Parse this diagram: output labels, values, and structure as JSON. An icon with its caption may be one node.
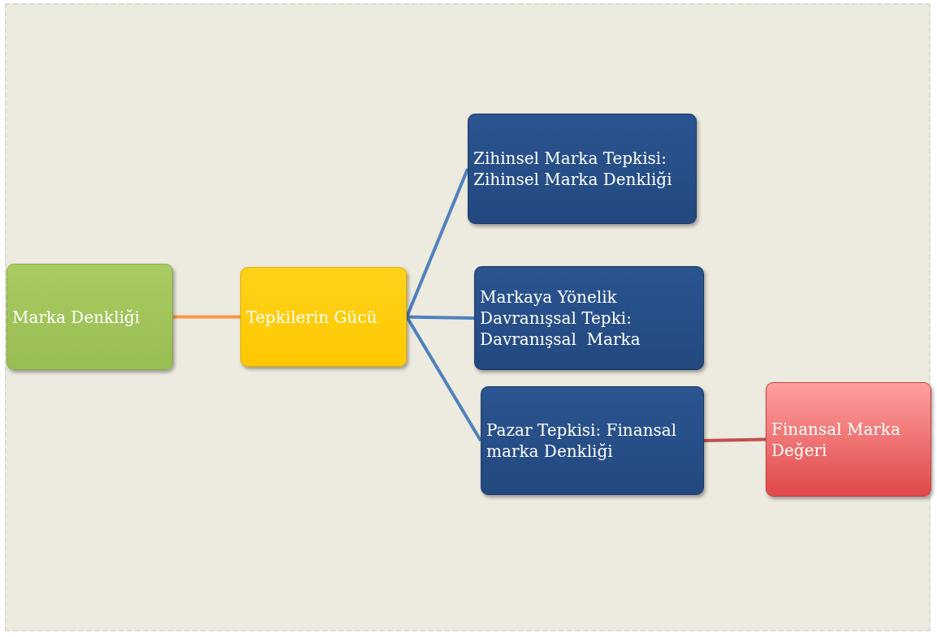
{
  "diagram": {
    "nodes": [
      {
        "text": [
          "Marka Denkliği"
        ]
      },
      {
        "text": [
          "Tepkilerin Gücü"
        ]
      },
      {
        "text": [
          "Zihinsel Marka Tepkisi: Zihinsel Marka Denkliği"
        ]
      },
      {
        "text": [
          "Markaya Yönelik Davranışsal Tepki: Davranışsal  Marka"
        ]
      },
      {
        "text": [
          "Pazar Tepkisi: Finansal marka Denkliği"
        ]
      },
      {
        "text": [
          "Finansal Marka Değeri"
        ]
      }
    ],
    "edges": [
      {
        "from": 0,
        "to": 1,
        "arrow": "none",
        "color": "#f79646"
      },
      {
        "from": 1,
        "to": 2,
        "arrow": "none"
      },
      {
        "from": 1,
        "to": 3,
        "arrow": "none"
      },
      {
        "from": 1,
        "to": 4,
        "arrow": "none"
      },
      {
        "from": 4,
        "to": 5,
        "arrow": "none",
        "color": "#c0504d"
      }
    ]
  }
}
